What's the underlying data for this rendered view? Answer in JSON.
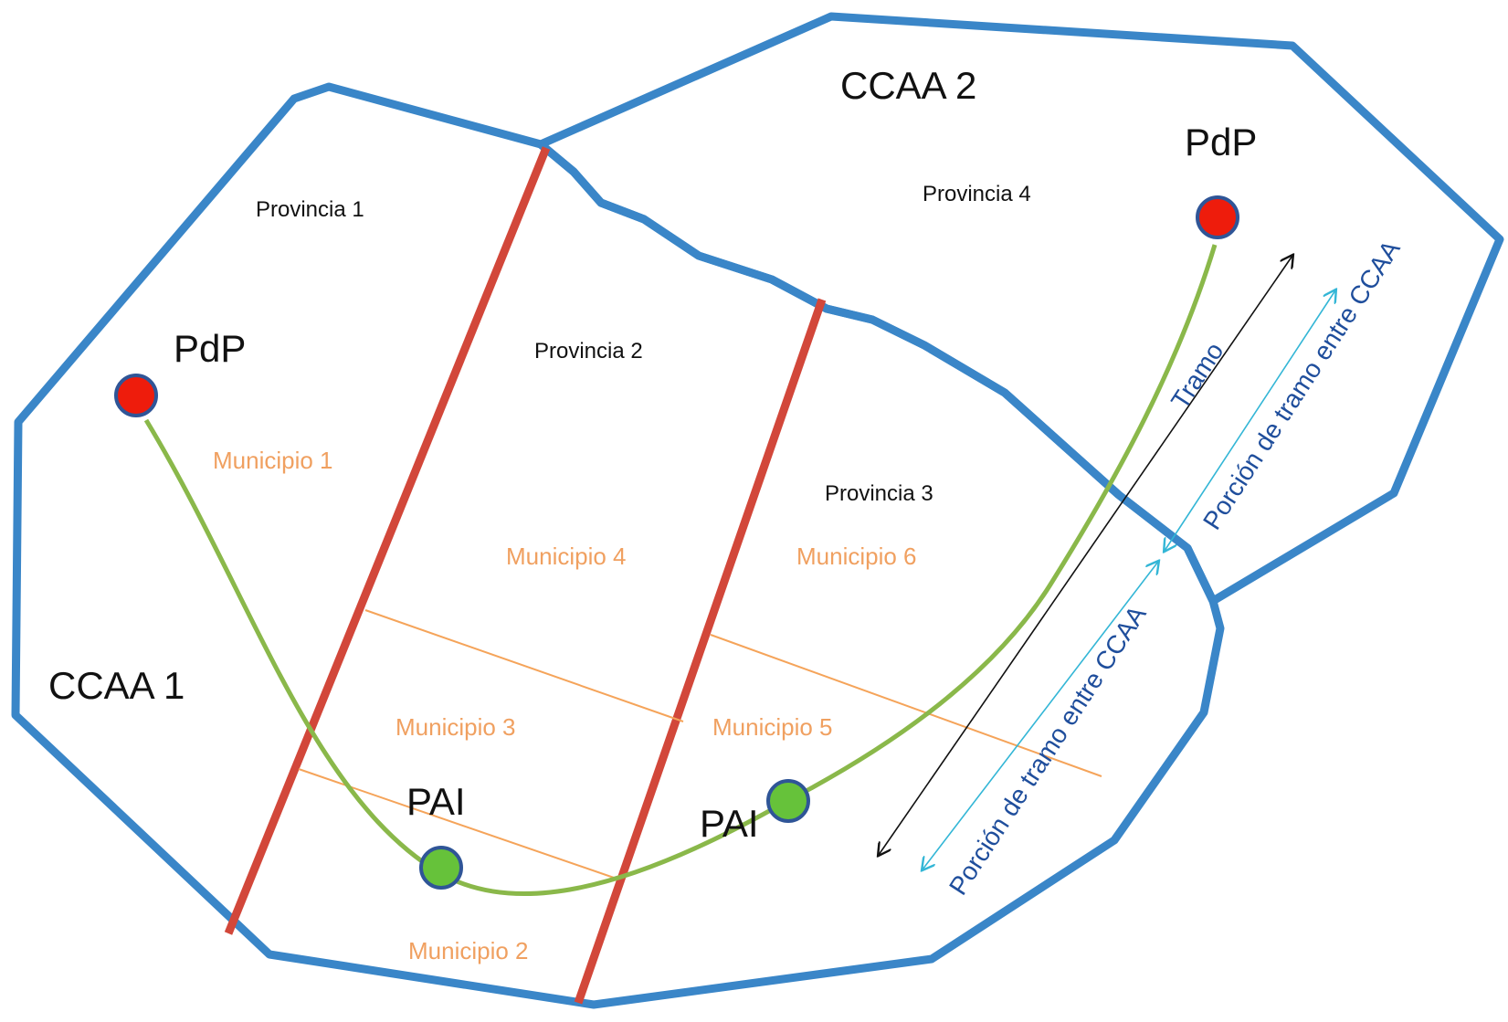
{
  "ccaa": [
    "CCAA 1",
    "CCAA 2"
  ],
  "provinces": [
    "Provincia 1",
    "Provincia 2",
    "Provincia 3",
    "Provincia 4"
  ],
  "municipalities": [
    "Municipio 1",
    "Municipio 2",
    "Municipio 3",
    "Municipio 4",
    "Municipio 5",
    "Municipio 6"
  ],
  "points": {
    "pdp_left": "PdP",
    "pdp_right": "PdP",
    "pai_left": "PAI",
    "pai_right": "PAI"
  },
  "segments": {
    "tramo": "Tramo",
    "portion_upper": "Porción de tramo entre CCAA",
    "portion_lower": "Porción de tramo entre CCAA"
  },
  "colors": {
    "region_border": "#3a86c8",
    "province_border": "#d2473a",
    "municipality_border": "#f5a45a",
    "route": "#8ab84a",
    "pdp_fill": "#ee1c0c",
    "pai_fill": "#66c23a",
    "point_outline": "#2f5597",
    "tramo_arrow": "#111111",
    "portion_arrow": "#33b6d6",
    "segment_text": "#1f4e9c",
    "municipality_text": "#f0a060"
  }
}
